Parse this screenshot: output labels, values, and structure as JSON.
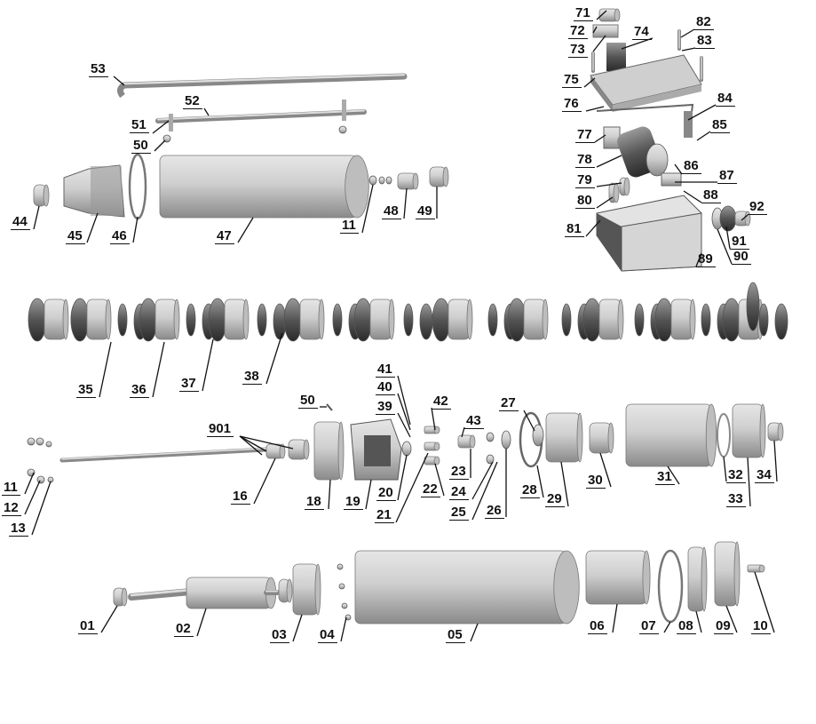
{
  "title": "Exploded parts diagram",
  "labels": [
    "71",
    "72",
    "73",
    "74",
    "82",
    "83",
    "75",
    "76",
    "84",
    "85",
    "77",
    "78",
    "86",
    "79",
    "87",
    "80",
    "88",
    "92",
    "81",
    "91",
    "90",
    "89",
    "53",
    "52",
    "51",
    "50",
    "44",
    "45",
    "46",
    "47",
    "11",
    "48",
    "49",
    "35",
    "36",
    "37",
    "38",
    "41",
    "40",
    "42",
    "39",
    "50",
    "43",
    "27",
    "901",
    "16",
    "18",
    "19",
    "20",
    "21",
    "22",
    "23",
    "24",
    "25",
    "26",
    "28",
    "29",
    "30",
    "31",
    "32",
    "33",
    "34",
    "11",
    "12",
    "13",
    "01",
    "02",
    "03",
    "04",
    "05",
    "06",
    "07",
    "08",
    "09",
    "10"
  ]
}
